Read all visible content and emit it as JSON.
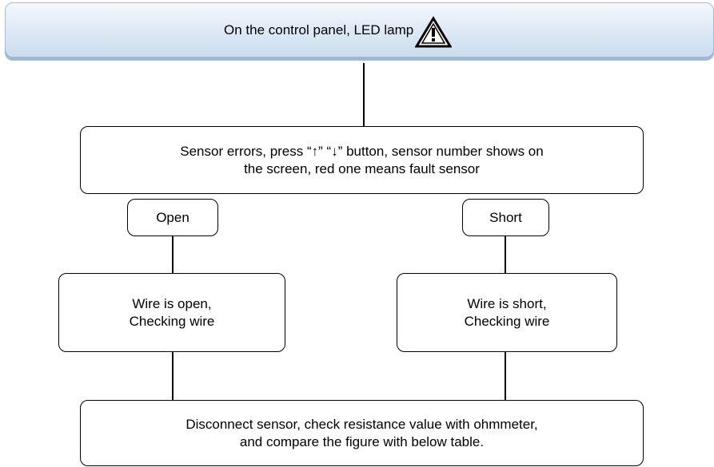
{
  "top_banner": {
    "text": "On the control panel, LED lamp",
    "icon": "warning-triangle-icon"
  },
  "sensor_errors": {
    "text": "Sensor errors, press “↑” “↓” button, sensor number shows on\nthe screen, red one means fault sensor"
  },
  "open_label": {
    "text": "Open"
  },
  "short_label": {
    "text": "Short"
  },
  "wire_open": {
    "text": "Wire is open,\nChecking wire"
  },
  "wire_short": {
    "text": "Wire is short,\nChecking wire"
  },
  "disconnect": {
    "text": "Disconnect sensor, check resistance value with ohmmeter,\nand compare the figure with below table."
  }
}
